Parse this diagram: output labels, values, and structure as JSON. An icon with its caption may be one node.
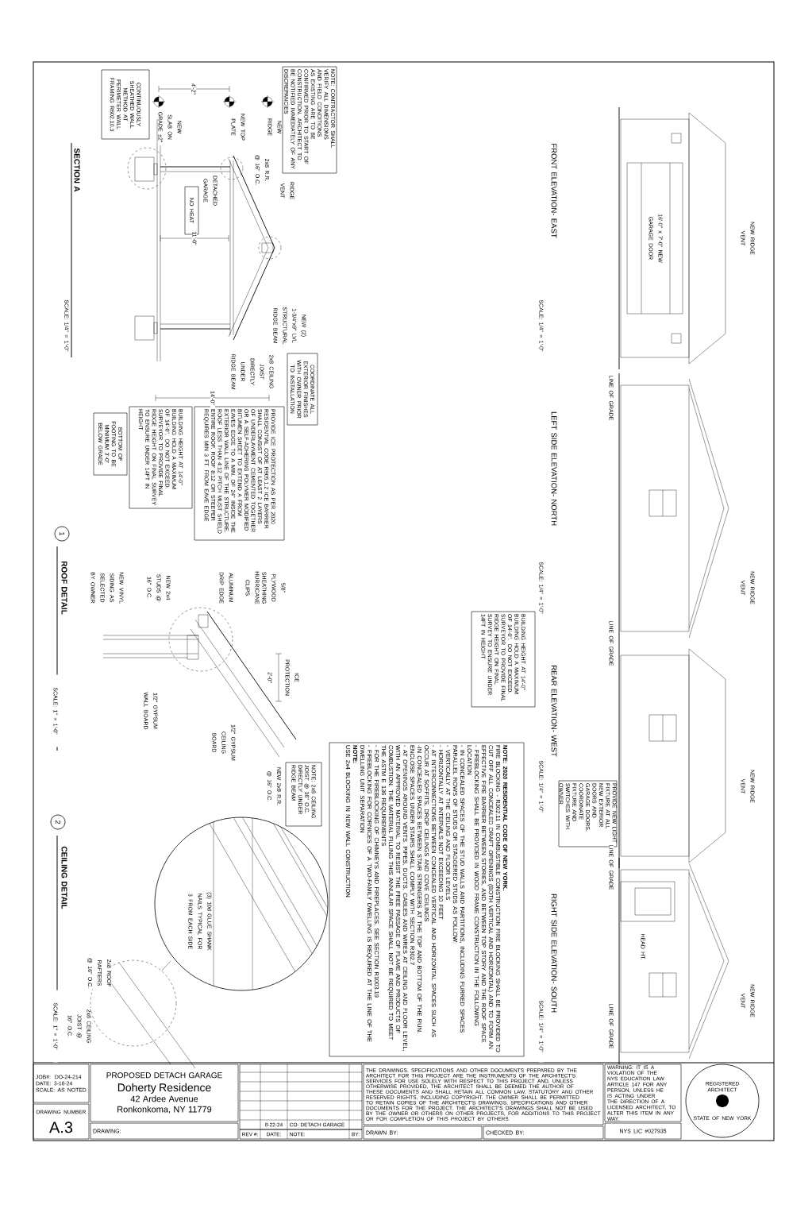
{
  "diagram": {
    "nodes": [
      {
        "text": [
          "NOTE: 2020 RESIDENTIAL CODE OF NEW YORK.",
          "FIRE BLOCKING - R302.11 IN COMBUSTIBLE CONSTRUCTION FIRE BLOCKING SHALL BE PROVIDED TO CUT OFF ALL CONCEALED DRAFT OPENINGS (BOTH VERTICAL AND HORIZONTAL) AND TO FORM AN EFFECTIVE FIRE BARRIER BETWEEN STORIES, AND BETWEEN TOP STORY AND THE ROOF SPACE",
          "- FIREBLOCKING SHALL BE PROVIDED IN WOOD FRAME CONSTRUCTION IN THE FOLLOWING LOCATION",
          "- IN CONCEALED SPACES OF THE STUD WALLS AND PARTITIONS, INCLUDING FURRED SPACES PARALLEL ROWS OF STUDS OR STAGGERED STUDS AS FOLLOW:",
          "- VERTICALLY AT THE CEILING AND FLOOR LEVELS",
          "- HORIZONTALLY AT INTERVALS NOT EXCEEDING 10 FEET",
          "- AT INTERCONNECTIONS BETWEEN CONCEALED VERTICAL AND HORIZONTAL SPACES SUCH AS OCCUR AT SOFFITS, DROP CEILINGS AND COVE CEILINGS",
          "-IN CONCEALED SPACES BETWEEN STAIR STRINGERS AT THE TOP AND BOTTOM OF THE RUN. ENCLOSE SPACES UNDER STAIRS SHALL COMPLY WITH SECTION R302.7",
          "- AT OPENINGS AROUND VENTS, PIPES, DUCTS, CABLES AND WIRES AT CEILING AND FLOOR LEVEL, WITH AN APPROVED MATERIAL TO RESIST THE FREE PASSAGE OF FLAME AND PRODUCTS OF COMBUSTION. THE MATERIAL FILLING THIS ANNULAR SPACE SHALL NOT BE REQUIRED TO MEET THE ASTM E 136 REQUIREMENTS",
          "- FOR THE FIREBLOCKING OF CHIMNEYS AND FIREPLACES, SEE SECTION R1003.19",
          "- FIREBLOCKING FOR CORNICES OF A TWO-FAMILY DWELLING IS REQUIRED AT THE LINE OF THE DWELLING UNIT SEPARATION",
          "NOTE:",
          "USE 2x4 BLOCKING IN NEW WALL CONSTRUCTION"
        ]
      },
      {
        "text": [
          "1"
        ]
      },
      {
        "text": [
          "2"
        ]
      },
      {
        "text": [
          "BOTTOM OF FOOTING TO BE MINIMUM 3'-0\" BELOW GRADE"
        ]
      },
      {
        "text": [
          "BUILDING HEIGHT AT 14'-0\" BUILDING HOLD A MAXIMUM OF 14'-0\". DO NOT EXCEED. SURVEYOR TO PROVIDE FINAL RIDGE HEIGHT ON FINAL SURVEY TO ENSURE UNDER 14FT IN HEIGHT"
        ]
      },
      {
        "text": [
          "PROVIDE ICE PROTECTION AS PER 2020 RESIDENTIAL CODE R905.1.2 ICE BARRIER SHALL CONSIST OF AT LEAST 2 LAYERS OF UNDERLAYMENT CEMENTED TOGETHER OR A SELF-ADHERING POLYMER MODIFIED BITUMEN SHEET TO EXTEND A FROM EAVES EDGE TO A MIN. OF 24\" INSIDE THE EXTERIOR WALL LINE OF THE STRUCTURE. ROOF LESS THAN 4:12 PITCH MUST SHIELD ENTIRE ROOF. ROOF 8:12 OR STEEPER REQUIRES MIN 3 FT. FROM EAVE EDGE"
        ]
      },
      {
        "text": [
          "COORDINATE ALL EXTERIOR FINISHES WITH OWNER PRIOR TO INSTALLATION"
        ]
      },
      {
        "text": [
          "CONTINUOUSLY SHEATHED WALL METHOD AT PERIMETER WALL FRAMING R602.10.3"
        ]
      },
      {
        "text": [
          "NOTE: CONTRACTOR SHALL VERIFY ALL DIMENSIONS AND FIELD CONDITIONS AS EXISTING ARE TO BE CONFIRMED PRIOR TO START OF CONSTRUCTION. ARCHITECT TO BE NOTIFIED IMMEDIATELY OF ANY DISCREPANCIES"
        ]
      },
      {
        "text": [
          "NO HEAT"
        ]
      },
      {
        "text": [
          "NOTE: 2x8 CEILING JOIST @ 16\" O.C. DIRECTLY UNDER RIDGE BEAM"
        ]
      },
      {
        "text": [
          "BUILDING HEIGHT AT 14'-0\" BUILDING HOLD A MAXIMUM OF 14'-0\". DO NOT EXCEED. SURVEYOR TO PROVIDE FINAL RIDGE HEIGHT ON FINAL SURVEY TO ENSURE UNDER 14FT IN HEIGHT"
        ]
      },
      {
        "text": [
          "PROVIDE NEW LIGHT FIXTURE AT ALL NEW EXTERIOR DOORS AND GARAGE DOORS. COORDINATE FIXTURE AND SWITCHES WITH OWNER"
        ]
      },
      {
        "text": [
          "JOB#: DO-24-214",
          "DATE: 3-16-24",
          "SCALE: AS NOTED"
        ]
      },
      {
        "text": [
          "DRAWING NUMBER",
          "A.3"
        ]
      },
      {
        "text": [
          "PROPOSED DETACH GARAGE",
          "Doherty Residence",
          "42 Ardee Avenue",
          "Ronkonkoma, NY 11779"
        ]
      },
      {
        "text": [
          "DRAWING:"
        ]
      },
      {
        "text": [
          "THE DRAWINGS, SPECIFICATIONS AND OTHER DOCUMENTS PREPARED BY THE ARCHITECT FOR THIS PROJECT ARE THE INSTRUMENTS OF THE ARCHITECT'S SERVICES FOR USE SOLELY WITH RESPECT TO THIS PROJECT AND, UNLESS OTHERWISE PROVIDED, THE ARCHITECT SHALL BE DEEMED THE AUTHOR OF THESE DOCUMENTS AND SHALL RETAIN ALL COMMON LAW, STATUTORY AND OTHER RESERVED RIGHTS, INCLUDING COPYRIGHT. THE OWNER SHALL BE PERMITTED TO RETAIN COPIES OF THE ARCHITECT'S DRAWINGS, SPECIFICATIONS AND OTHER DOCUMENTS FOR THE PROJECT. THE ARCHITECT'S DRAWINGS SHALL NOT BE USED BY THE OWNER OR OTHERS ON OTHER PROJECTS, FOR ADDITIONS TO THIS PROJECT OR FOR COMPLETION OF THIS PROJECT BY OTHERS."
        ]
      },
      {
        "text": [
          "DRAWN BY:"
        ]
      },
      {
        "text": [
          "CHECKED BY:"
        ]
      },
      {
        "text": [
          "WARNING: IT IS A VIOLATION OF THE NYS EDUCATION LAW ARTICLE 147 FOR ANY PERSON, UNLESS HE IS ACTING UNDER THE DIRECTION OF A LICENSED ARCHITECT, TO ALTER THIS ITEM IN ANY WAY."
        ]
      },
      {
        "text": [
          "NYS LIC #027935"
        ]
      },
      {
        "text": [
          "REGISTERED ARCHITECT",
          "STATE OF NEW YORK"
        ]
      }
    ],
    "labels": [
      "4'-2\"",
      "NEW SLAB ON GRADE ±2\"",
      "NEW TOP PLATE",
      "NEW RIDGE",
      "SECTION A",
      "2x8 R.R. @ 16\" O.C.",
      "DETACHED GARAGE",
      "RIDGE VENT",
      "FRONT ELEVATION- EAST",
      "11'-0\"",
      "16'-0\" x 7'-0\" NEW GARAGE DOOR",
      "NEW RIDGE VENT",
      "SCALE: 1/4\" = 1'-0\"",
      "NEW (2) 1-3/4\"x9\" LVL STRUCTURAL RIDGE BEAM",
      "SCALE: 1/4\" = 1'-0\"",
      "2x8 CEILING JOIST DIRECTLY UNDER RIDGE BEAM",
      "14'-0\"",
      "LINE OF GRADE",
      "LEFT SIDE ELEVATION- NORTH",
      "ROOF DETAIL",
      "NEW VINYL SIDING AS SELECTED BY OWNER",
      "NEW 2x4 STUDS @ 16\" O.C.",
      "ALUMINUM DRIP EDGE",
      "HURRICANE CLIPS",
      "5/8\" PLYWOOD SHEATHING",
      "SCALE: 1/4\" = 1'-0\"",
      "NEW RIDGE VENT",
      "LINE OF GRADE",
      "2'-0\"",
      "ICE PROTECTION",
      "SCALE: 1\" = 1'-0\"",
      "1/2\" GYPSUM WALL BOARD",
      "REAR ELEVATION- WEST",
      "1/2\" GYPSUM CEILING BOARD",
      "NEW 2x8 R.R. @ 16\" O.C.",
      "SCALE: 1/4\" = 1'-0\"",
      "NEW RIDGE VENT",
      "LINE OF GRADE",
      "CEILING DETAIL",
      "(3) 10d GLUE SHANK NAILS TYPICAL FOR 3 FROM EACH SIDE",
      "HEAD HT.",
      "RIGHT SIDE ELEVATION- SOUTH",
      "2x8 ROOF RAFTERS @ 16\" O.C.",
      "NEW RIDGE VENT",
      "SCALE: 1\" = 1'-0\"",
      "2x8 CEILING JOIST @ 16\" O.C.",
      "SCALE: 1/4\" = 1'-0\"",
      "LINE OF GRADE",
      "8-22-24",
      "CO- DETACH GARAGE",
      "REV #:",
      "DATE:",
      "NOTE:",
      "BY:"
    ]
  }
}
